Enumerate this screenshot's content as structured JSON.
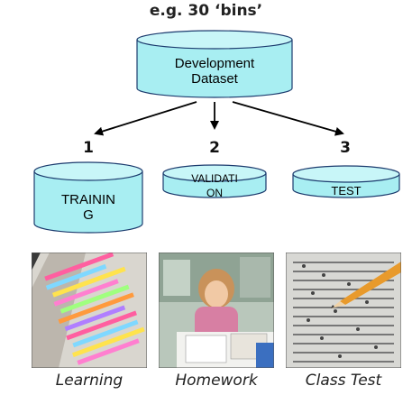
{
  "title": "e.g. 30 ‘bins’",
  "dataset": {
    "line1": "Development",
    "line2": "Dataset"
  },
  "splits": [
    {
      "number": "1",
      "line1": "TRAININ",
      "line2": "G"
    },
    {
      "number": "2",
      "line1": "VALIDATI",
      "line2": "ON"
    },
    {
      "number": "3",
      "line1": "TEST",
      "line2": ""
    }
  ],
  "captions": [
    "Learning",
    "Homework",
    "Class Test"
  ],
  "colors": {
    "cylinder_fill": "#a8eef2",
    "cylinder_top": "#c8f6f8",
    "outline": "#1c3b6e"
  }
}
